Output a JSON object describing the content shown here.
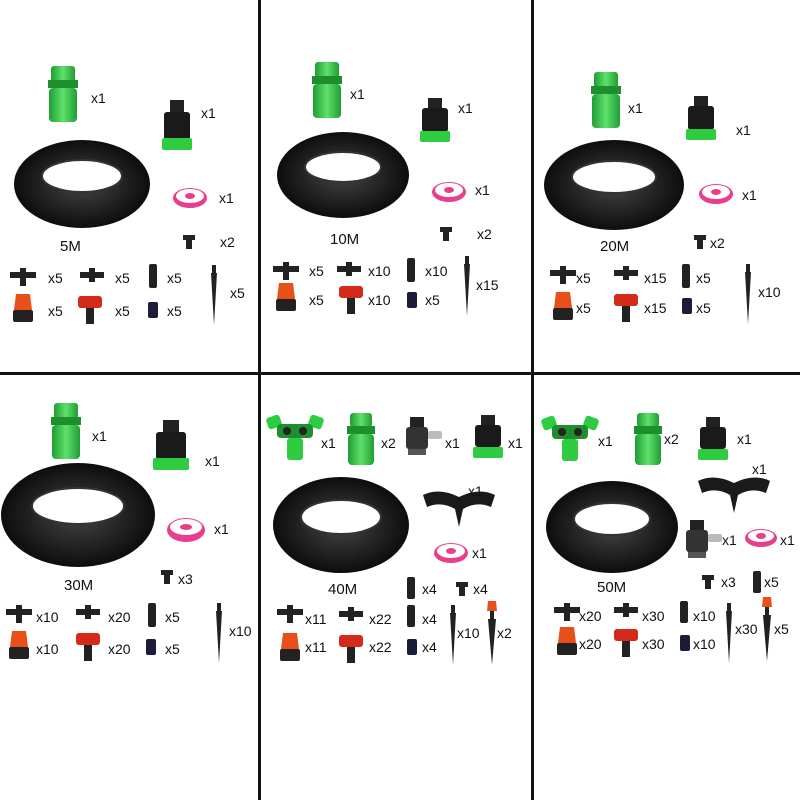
{
  "colors": {
    "hose": "#1a1a1a",
    "connector_green": "#2ecc40",
    "dark_green": "#1f8f2e",
    "tape_pink": "#e83e8c",
    "dripper_orange": "#e8501a",
    "dripper_red": "#d42a1a",
    "black_part": "#222222"
  },
  "panels": [
    {
      "size": "5M",
      "qty": {
        "quick_connector": "x1",
        "tap_adapter": "x1",
        "teflon_tape": "x1",
        "end_plug": "x2",
        "tee": "x5",
        "elbow": "x5",
        "straight": "x5",
        "stake": "x5",
        "adjustable_dripper": "x5",
        "red_dripper": "x5",
        "cap": "x5"
      }
    },
    {
      "size": "10M",
      "qty": {
        "quick_connector": "x1",
        "tap_adapter": "x1",
        "teflon_tape": "x1",
        "end_plug": "x2",
        "tee": "x5",
        "elbow": "x10",
        "straight": "x10",
        "stake": "x15",
        "adjustable_dripper": "x5",
        "red_dripper": "x10",
        "cap": "x5"
      }
    },
    {
      "size": "20M",
      "qty": {
        "quick_connector": "x1",
        "tap_adapter": "x1",
        "teflon_tape": "x1",
        "end_plug": "x2",
        "tee": "x5",
        "elbow": "x15",
        "straight": "x5",
        "stake": "x10",
        "adjustable_dripper": "x5",
        "red_dripper": "x15",
        "cap": "x5"
      }
    },
    {
      "size": "30M",
      "qty": {
        "quick_connector": "x1",
        "tap_adapter": "x1",
        "teflon_tape": "x1",
        "end_plug": "x3",
        "tee": "x10",
        "elbow": "x20",
        "straight": "x5",
        "stake": "x10",
        "adjustable_dripper": "x10",
        "red_dripper": "x20",
        "cap": "x5"
      }
    },
    {
      "size": "40M",
      "qty": {
        "y_splitter": "x1",
        "quick_connector": "x2",
        "faucet_adapter": "x1",
        "tap_adapter": "x1",
        "hose_holder": "x1",
        "teflon_tape": "x1",
        "straight": "x4",
        "end_plug": "x4",
        "tee": "x11",
        "elbow": "x22",
        "coupler": "x4",
        "adjustable_dripper": "x11",
        "red_dripper": "x22",
        "cap": "x4",
        "stake": "x10",
        "sprinkler_stake": "x2"
      }
    },
    {
      "size": "50M",
      "qty": {
        "y_splitter": "x1",
        "quick_connector": "x2",
        "tap_adapter": "x1",
        "hose_holder": "x1",
        "faucet_adapter": "x1",
        "teflon_tape": "x1",
        "end_plug": "x3",
        "straight": "x5",
        "tee": "x20",
        "elbow": "x30",
        "coupler": "x10",
        "stake": "x30",
        "sprinkler_stake": "x5",
        "adjustable_dripper": "x20",
        "red_dripper": "x30",
        "cap": "x10"
      }
    }
  ]
}
